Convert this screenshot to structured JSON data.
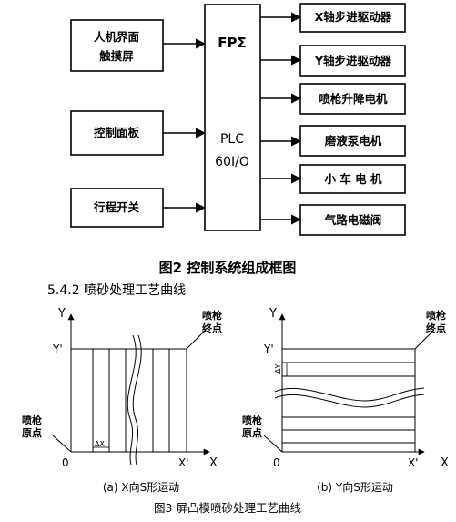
{
  "block_diagram": {
    "inputs": [
      "人机界面",
      "触摸屏",
      "控制面板",
      "行程开关"
    ],
    "controller": {
      "line1": "FPΣ",
      "line2": "PLC",
      "line3": "60I/O"
    },
    "outputs": [
      "X轴步进驱动器",
      "Y轴步进驱动器",
      "喷枪升降电机",
      "磨液泵电机",
      "小 车 电 机",
      "气路电磁阀"
    ]
  },
  "fig2_caption": "图2 控制系统组成框图",
  "section_heading": "5.4.2 喷砂处理工艺曲线",
  "plot_a": {
    "y_axis": "Y",
    "y_prime": "Y'",
    "x_axis": "X",
    "x_prime": "X'",
    "origin": "0",
    "end_label_1": "喷枪",
    "end_label_2": "终点",
    "start_label_1": "喷枪",
    "start_label_2": "原点",
    "delta_label": "ΔX",
    "caption": "(a) X向S形运动"
  },
  "plot_b": {
    "y_axis": "Y",
    "y_prime": "Y'",
    "x_axis": "X",
    "x_prime": "X'",
    "origin": "0",
    "end_label_1": "喷枪",
    "end_label_2": "终点",
    "start_label_1": "喷枪",
    "start_label_2": "原点",
    "delta_label": "ΔY",
    "caption": "(b) Y向S形运动"
  },
  "fig3_caption": "图3 屏凸模喷砂处理工艺曲线"
}
